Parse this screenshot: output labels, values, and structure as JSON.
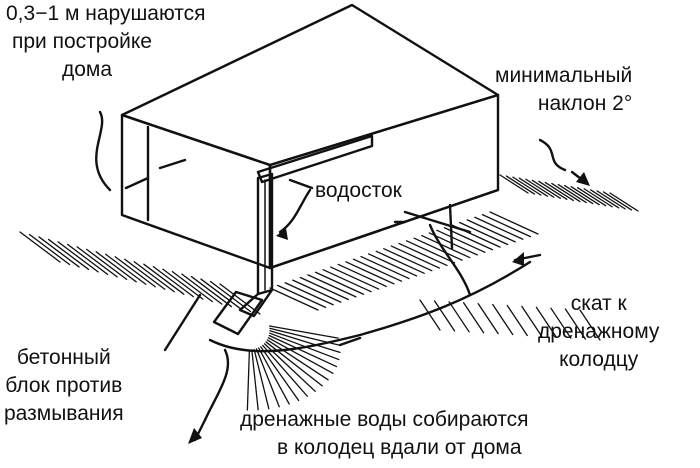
{
  "labels": {
    "depth": [
      "0,3−1 м нарушаются",
      "при постройке",
      "дома"
    ],
    "slope": [
      "минимальный",
      "наклон 2°"
    ],
    "gutter": [
      "водосток"
    ],
    "drain": [
      "скат к",
      "дренажному",
      "колодцу"
    ],
    "block": [
      "бетонный",
      "блок против",
      "размывания"
    ],
    "waters": [
      "дренажные воды собираются",
      "в колодец вдали от дома"
    ]
  }
}
